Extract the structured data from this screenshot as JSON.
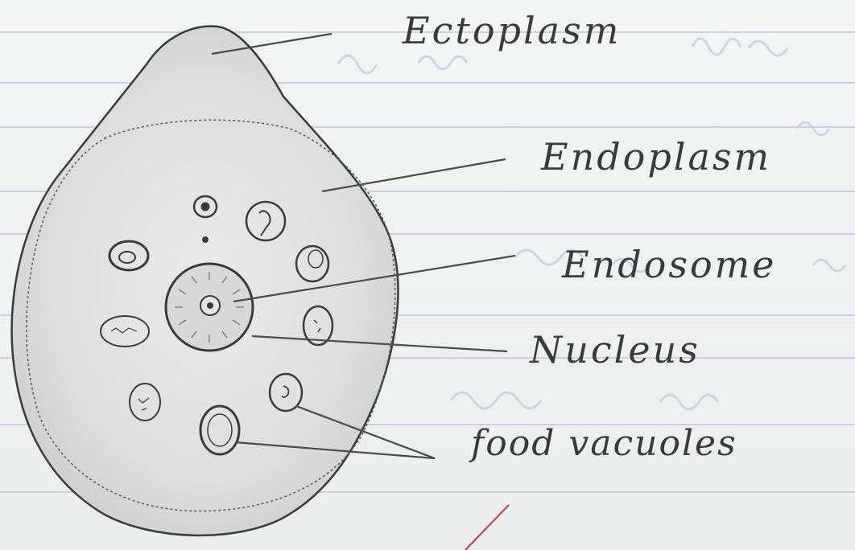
{
  "diagram": {
    "labels": {
      "ectoplasm": "Ectoplasm",
      "endoplasm": "Endoplasm",
      "endosome": "Endosome",
      "nucleus": "Nucleus",
      "food_vacuoles": "food vacuoles"
    }
  },
  "colors": {
    "paper": "#eff1f1",
    "ruled_line": "#c9d2e4",
    "pencil": "#3a3a3a",
    "red_margin": "#e0303a",
    "bleed_ink": "#c8cce0"
  }
}
